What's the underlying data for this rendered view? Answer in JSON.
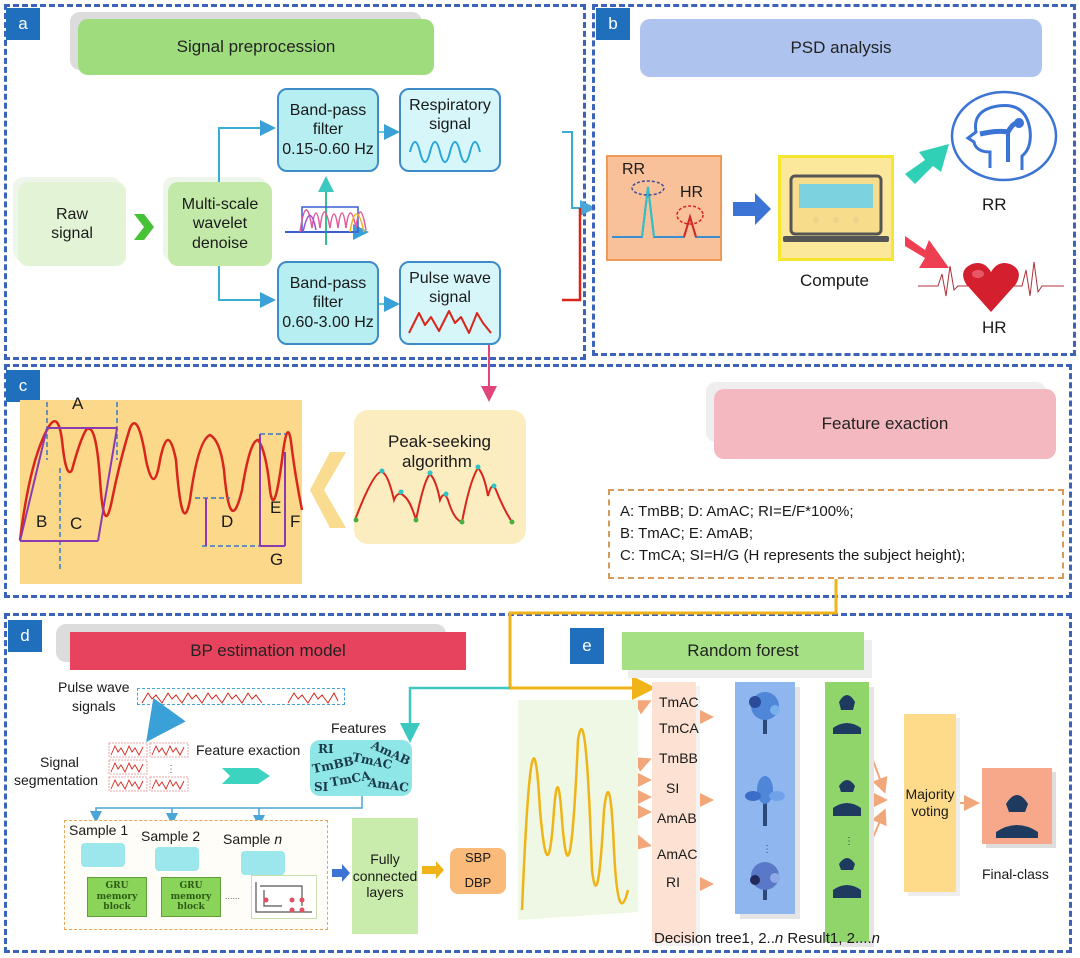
{
  "panels": {
    "a": {
      "label": "a",
      "title": "Signal preprocession",
      "raw_signal": "Raw signal",
      "denoise": "Multi-scale wavelet denoise",
      "bandpass_top": {
        "line1": "Band-pass",
        "line2": "filter",
        "line3": "0.15-0.60 Hz"
      },
      "bandpass_bottom": {
        "line1": "Band-pass",
        "line2": "filter",
        "line3": "0.60-3.00 Hz"
      },
      "respiratory": {
        "line1": "Respiratory",
        "line2": "signal"
      },
      "pulse_wave": {
        "line1": "Pulse wave",
        "line2": "signal"
      }
    },
    "b": {
      "label": "b",
      "title": "PSD analysis",
      "psd_rr": "RR",
      "psd_hr": "HR",
      "compute": "Compute",
      "out_rr": "RR",
      "out_hr": "HR"
    },
    "c": {
      "label": "c",
      "title": "Feature exaction",
      "peak_seeking": {
        "line1": "Peak-seeking",
        "line2": "algorithm"
      },
      "wave_labels": {
        "A": "A",
        "B": "B",
        "C": "C",
        "D": "D",
        "E": "E",
        "F": "F",
        "G": "G"
      },
      "definitions": [
        "A: TmBB; D: AmAC; RI=E/F*100%;",
        "B: TmAC; E: AmAB;",
        "C: TmCA; SI=H/G (H represents the subject height);"
      ]
    },
    "d": {
      "label": "d",
      "title": "BP estimation model",
      "pulse_wave_signals": {
        "line1": "Pulse wave",
        "line2": "signals"
      },
      "signal_segmentation": {
        "line1": "Signal",
        "line2": "segmentation"
      },
      "feature_exaction": "Feature exaction",
      "features_title": "Features",
      "features": [
        "RI",
        "AmAB",
        "TmBB",
        "TmAC",
        "TmCA",
        "SI",
        "AmAC"
      ],
      "samples": [
        {
          "prefix": "Sample ",
          "index": "1"
        },
        {
          "prefix": "Sample ",
          "index": "2"
        },
        {
          "prefix": "Sample ",
          "index": "n"
        }
      ],
      "gru_block": {
        "line1": "GRU",
        "line2": "memory",
        "line3": "block"
      },
      "ellipsis": "......",
      "fully_connected": {
        "line1": "Fully",
        "line2": "connected",
        "line3": "layers"
      },
      "outputs": [
        "SBP",
        "DBP"
      ]
    },
    "e": {
      "label": "e",
      "title": "Random forest",
      "feature_list": [
        "TmAC",
        "TmCA",
        "TmBB",
        "SI",
        "AmAB",
        "AmAC",
        "RI"
      ],
      "majority_voting": {
        "line1": "Majority",
        "line2": "voting"
      },
      "final_class": "Final-class",
      "caption": {
        "part1": "Decision tree1, 2..",
        "n1": "n",
        "part2": " Result1, 2....",
        "n2": "n"
      }
    }
  },
  "colors": {
    "panel_border": "#3b63b8",
    "label_bg": "#1f6fbd",
    "green_banner": "#9fdc7e",
    "psd_banner": "#aec4ef",
    "feature_banner": "#f4b8c0",
    "bp_banner": "#e8435e",
    "signal_red": "#d9261c",
    "respiratory_blue": "#2aa7d8",
    "connector_yellow": "#f0b419"
  }
}
